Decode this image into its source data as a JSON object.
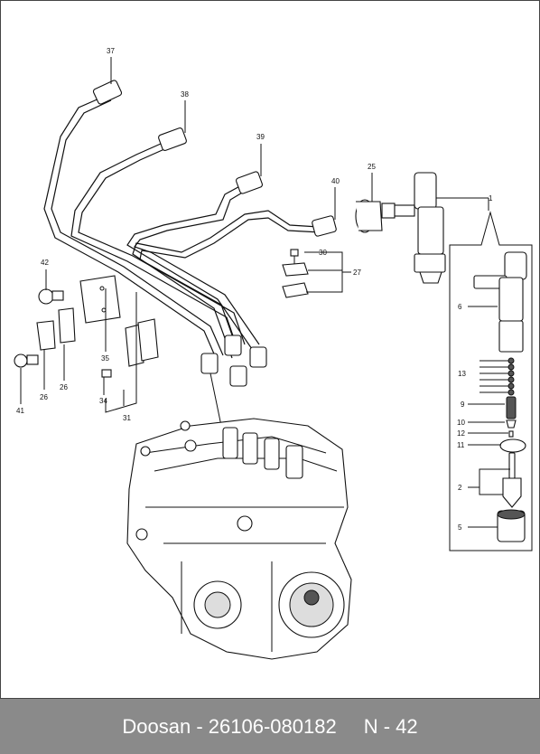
{
  "footer": {
    "brand_part": "Doosan - 26106-080182",
    "page": "N - 42"
  },
  "labels": {
    "l37": "37",
    "l38": "38",
    "l39": "39",
    "l40": "40",
    "l25": "25",
    "l1": "1",
    "l30": "30",
    "l27": "27",
    "l42": "42",
    "l35": "35",
    "l26a": "26",
    "l26b": "26",
    "l41": "41",
    "l34": "34",
    "l31": "31",
    "l6": "6",
    "l13": "13",
    "l9": "9",
    "l10": "10",
    "l12": "12",
    "l11": "11",
    "l2": "2",
    "l5": "5"
  }
}
